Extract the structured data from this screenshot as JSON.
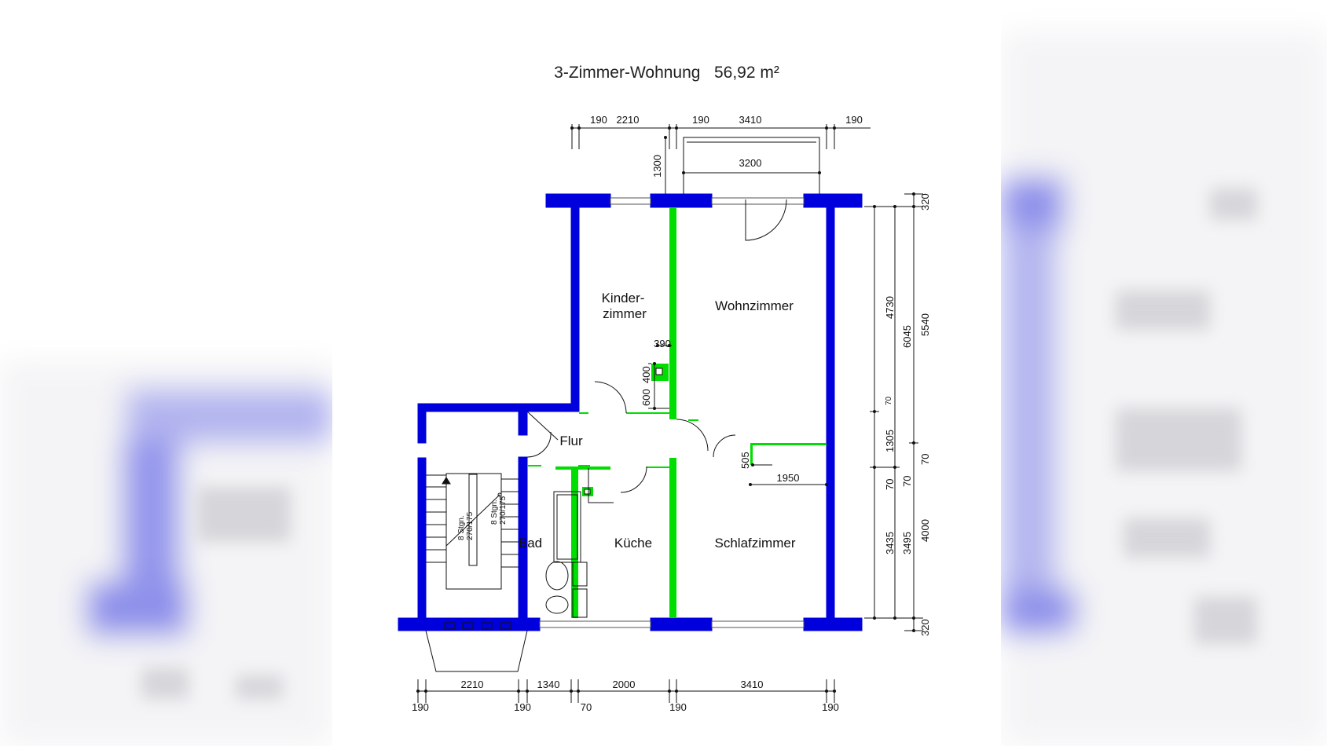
{
  "title": "3-Zimmer-Wohnung   56,92 m²",
  "colors": {
    "exterior_wall": "#0000dd",
    "interior_wall": "#00dd00",
    "line": "#111111",
    "background": "#ffffff",
    "blur_backdrop": "#a6a8ec"
  },
  "rooms": {
    "kinderzimmer": "Kinder-",
    "kinderzimmer_line2": "zimmer",
    "wohnzimmer": "Wohnzimmer",
    "flur": "Flur",
    "bad": "Bad",
    "kueche": "Küche",
    "schlafzimmer": "Schlafzimmer"
  },
  "stairs": {
    "left_count": "8 Stgn.",
    "left_size": "270/175",
    "right_count": "8 Stgn.",
    "right_size": "270/175"
  },
  "dimensions": {
    "top": [
      "190",
      "2210",
      "190",
      "3410",
      "190"
    ],
    "balcony_depth": "1300",
    "balcony_width": "3200",
    "chimney": [
      "390",
      "400",
      "600"
    ],
    "closet": [
      "505",
      "1950"
    ],
    "bottom_top_row": [
      "2210",
      "1340",
      "2000",
      "3410"
    ],
    "bottom_bottom_row": [
      "190",
      "190",
      "70",
      "190",
      "190"
    ],
    "right_col1": [
      "4730",
      "70",
      "1305",
      "70",
      "3435"
    ],
    "right_col2": [
      "6045",
      "70",
      "3495"
    ],
    "right_col3": [
      "5540",
      "70",
      "4000"
    ],
    "right_ends": [
      "320",
      "320"
    ]
  }
}
